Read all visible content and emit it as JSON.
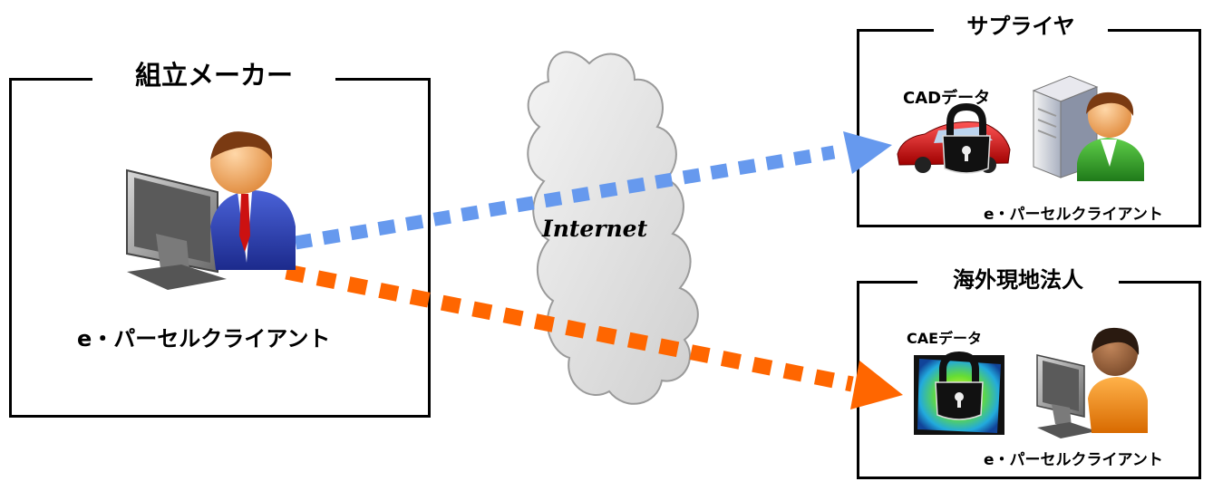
{
  "assembler": {
    "title": "組立メーカー",
    "client_label": "e・パーセルクライアント"
  },
  "supplier": {
    "title": "サプライヤ",
    "data_label": "CADデータ",
    "client_label": "e・パーセルクライアント"
  },
  "overseas": {
    "title": "海外現地法人",
    "data_label": "CAEデータ",
    "client_label": "e・パーセルクライアント"
  },
  "network": {
    "label": "Internet"
  },
  "colors": {
    "arrow_to_supplier": "#6699ee",
    "arrow_to_overseas": "#ff6600",
    "cloud_fill": "#e6e6e6"
  }
}
